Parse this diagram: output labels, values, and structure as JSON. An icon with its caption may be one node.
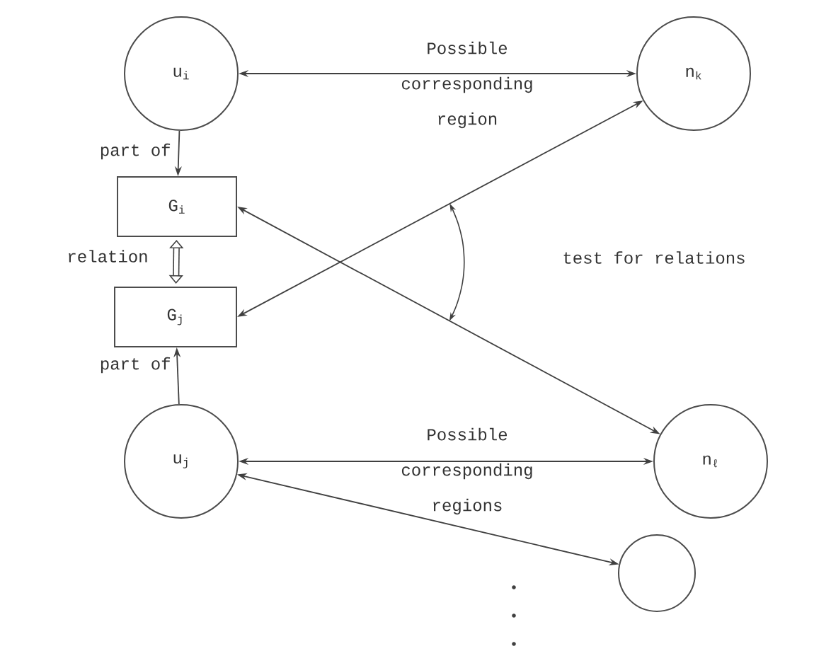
{
  "diagram": {
    "nodes": [
      {
        "text": [
          "u$_{i}$"
        ]
      },
      {
        "text": [
          "n$_{k}$"
        ]
      },
      {
        "text": [
          "G$_{i}$"
        ]
      },
      {
        "text": [
          "G$_{j}$"
        ]
      },
      {
        "text": [
          "u$_{j}$"
        ]
      },
      {
        "text": [
          "n$_{ℓ}$"
        ]
      },
      {
        "text": [],
        "shape": "circle"
      }
    ],
    "edges": [
      {
        "from": 0,
        "to": 1,
        "arrow": "both",
        "label": "Possible corresponding region"
      },
      {
        "from": 4,
        "to": 5,
        "arrow": "both",
        "label": "Possible corresponding regions"
      },
      {
        "from": 4,
        "to": 6,
        "arrow": "both"
      },
      {
        "from": 0,
        "to": 2,
        "arrow": "to",
        "label": "part of"
      },
      {
        "from": 4,
        "to": 3,
        "arrow": "to",
        "label": "part of"
      },
      {
        "from": 2,
        "to": 3,
        "arrow": "both",
        "label": "relation",
        "style": "thick"
      },
      {
        "from": 2,
        "to": 5,
        "arrow": "both"
      },
      {
        "from": 3,
        "to": 1,
        "arrow": "both"
      }
    ],
    "labels": [
      "test for relations"
    ]
  }
}
